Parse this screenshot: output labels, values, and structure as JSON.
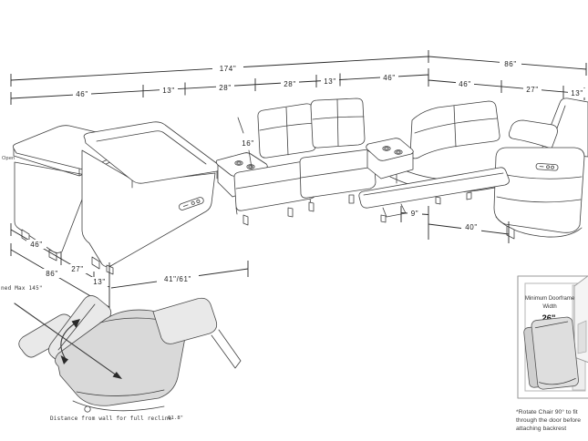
{
  "colors": {
    "ink": "#3f3f3f",
    "inset_gray": "#d9d9d9",
    "door_frame": "#9a9a9a"
  },
  "sofa_diagram": {
    "top_left": {
      "total": "174\"",
      "seg1": "46\"",
      "seg2": "13\"",
      "seg3": "28\"",
      "seg4": "28\"",
      "seg5": "13\"",
      "seg6": "46\""
    },
    "top_right": {
      "total": "86\"",
      "seg1": "46\"",
      "seg2": "27\"",
      "seg3": "13\""
    },
    "open_label": "Open",
    "back_height": "16\"",
    "left_dims": {
      "d46": "46\"",
      "d27": "27\"",
      "d13": "13\"",
      "d86": "86\"",
      "d41": "41\"/61\""
    },
    "under_dims": {
      "d9": "9\"",
      "d40": "40\""
    }
  },
  "recliner_inset": {
    "max_recline": "ned Max 145\"",
    "caption": "Distance from wall for full recline",
    "caption_value": "61.8\""
  },
  "door_inset": {
    "title_line1": "Minimum Doorframe",
    "title_line2": "Width",
    "width_value": "26\"",
    "note1": "*Rotate Chair 90° to fit",
    "note2": "through the door before",
    "note3": "attaching backrest"
  }
}
